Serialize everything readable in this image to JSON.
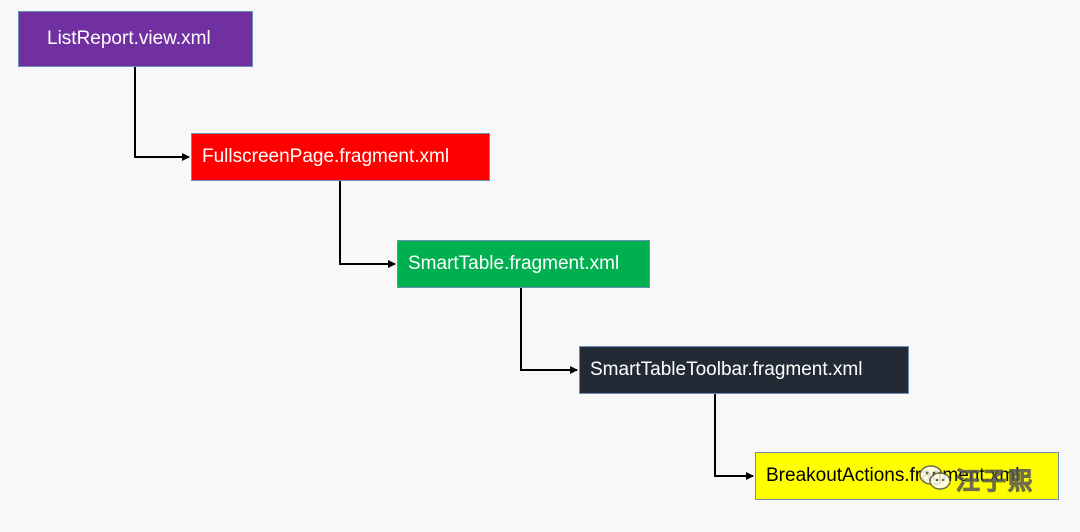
{
  "nodes": {
    "listreport": "ListReport.view.xml",
    "fullscreen": "FullscreenPage.fragment.xml",
    "smarttable": "SmartTable.fragment.xml",
    "toolbar": "SmartTableToolbar.fragment.xml",
    "breakout": "BreakoutActions.fragment.xml"
  },
  "watermark": {
    "text": "汪子熙",
    "icon": "wechat-icon"
  },
  "colors": {
    "background": "#f8f8f8",
    "listreport": "#7030a0",
    "fullscreen": "#ff0000",
    "smarttable": "#00b050",
    "toolbar": "#222a35",
    "breakout": "#ffff00",
    "connector": "#000000"
  }
}
